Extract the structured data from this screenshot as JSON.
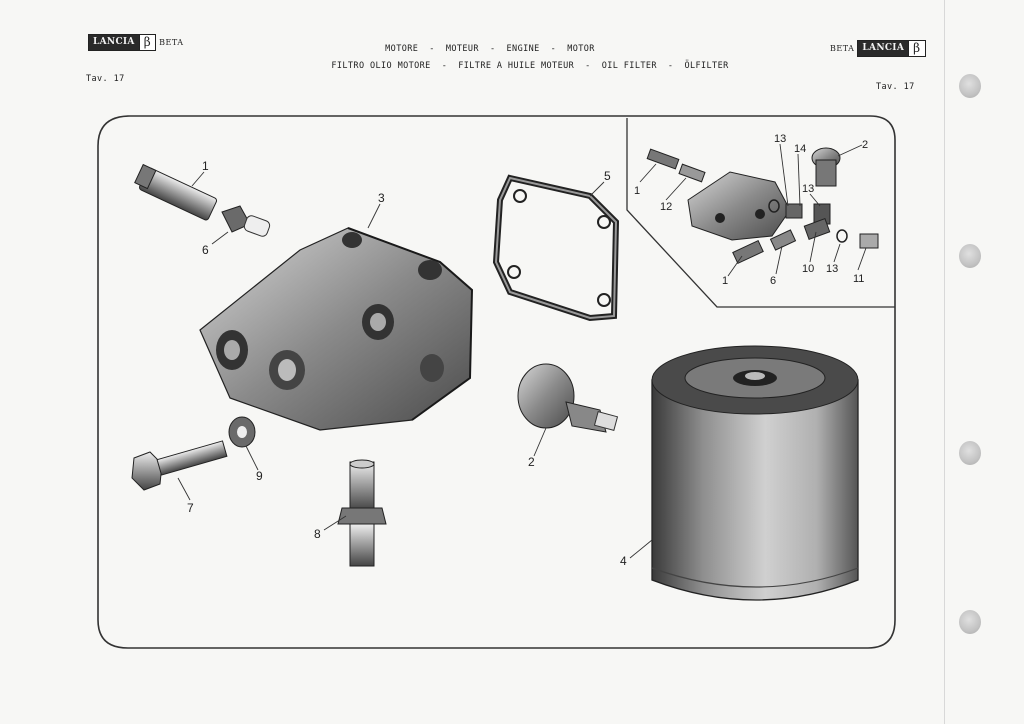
{
  "header": {
    "left_logo": {
      "brand": "LANCIA",
      "symbol": "β",
      "model": "BETA"
    },
    "right_logo": {
      "brand": "LANCIA",
      "symbol": "β",
      "model": "BETA"
    },
    "title_line1": "MOTORE  -  MOTEUR  -  ENGINE  -  MOTOR",
    "title_line2": "FILTRO OLIO MOTORE  -  FILTRE A HUILE MOTEUR  -  OIL FILTER  -  ÖLFILTER",
    "table_left": "Tav. 17",
    "table_right": "Tav. 17"
  },
  "callouts": {
    "main": [
      "1",
      "6",
      "3",
      "5",
      "2",
      "9",
      "7",
      "8",
      "4"
    ],
    "inset": [
      "13",
      "14",
      "2",
      "1",
      "12",
      "13",
      "1",
      "6",
      "10",
      "13",
      "11"
    ]
  }
}
